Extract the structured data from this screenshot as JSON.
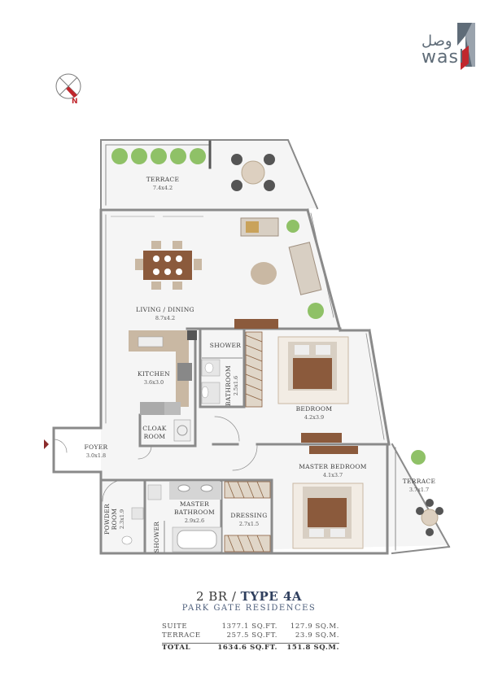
{
  "logo": {
    "arabic": "وصل",
    "english": "wasl"
  },
  "compass": {
    "north_label": "N"
  },
  "rooms": {
    "terrace_top": {
      "name": "TERRACE",
      "dims": "7.4x4.2"
    },
    "living": {
      "name": "LIVING / DINING",
      "dims": "8.7x4.2"
    },
    "shower_top": {
      "name": "SHOWER"
    },
    "kitchen": {
      "name": "KITCHEN",
      "dims": "3.6x3.0"
    },
    "bathroom": {
      "name": "BATHROOM",
      "dims": "2.5x1.6"
    },
    "bedroom": {
      "name": "BEDROOM",
      "dims": "4.2x3.9"
    },
    "cloak": {
      "name_line1": "CLOAK",
      "name_line2": "ROOM"
    },
    "foyer": {
      "name": "FOYER",
      "dims": "3.0x1.8"
    },
    "master_bedroom": {
      "name": "MASTER BEDROOM",
      "dims": "4.1x3.7"
    },
    "terrace_right": {
      "name": "TERRACE",
      "dims": "3.7x1.7"
    },
    "powder": {
      "name_line1": "POWDER",
      "name_line2": "ROOM",
      "dims": "2.3x1.9"
    },
    "master_bath": {
      "name_line1": "MASTER",
      "name_line2": "BATHROOM",
      "dims": "2.9x2.6"
    },
    "dressing": {
      "name": "DRESSING",
      "dims": "2.7x1.5"
    },
    "shower_bottom": {
      "name": "SHOWER"
    }
  },
  "title": {
    "prefix": "2 BR / ",
    "type": "TYPE 4A",
    "subtitle": "PARK GATE RESIDENCES"
  },
  "areas": [
    {
      "label": "SUITE",
      "sqft": "1377.1 SQ.FT.",
      "sqm": "127.9 SQ.M."
    },
    {
      "label": "TERRACE",
      "sqft": "257.5 SQ.FT.",
      "sqm": "23.9 SQ.M."
    }
  ],
  "total": {
    "label": "TOTAL",
    "sqft": "1634.6 SQ.FT.",
    "sqm": "151.8 SQ.M."
  },
  "colors": {
    "wall": "#8a8a8a",
    "floor": "#f4f4f4",
    "wood": "#8b5a3c",
    "tan": "#c9b8a3",
    "plant": "#8fc167",
    "brand_red": "#c1272d",
    "navy": "#2f3f5e"
  }
}
